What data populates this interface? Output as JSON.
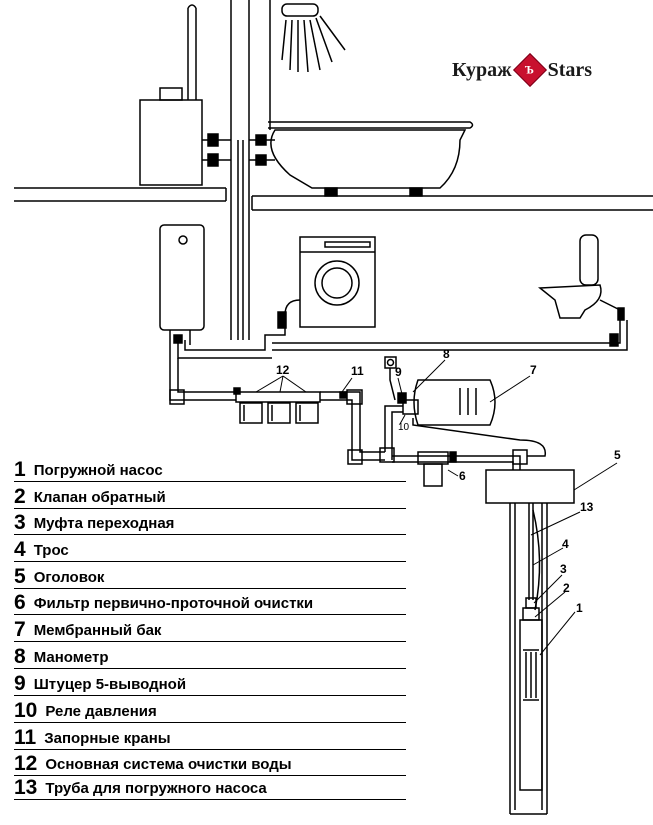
{
  "logo": {
    "left": "Кураж",
    "mark": "Ъ",
    "right": "Stars"
  },
  "callouts": {
    "c1": "1",
    "c2": "2",
    "c3": "3",
    "c4": "4",
    "c5": "5",
    "c6": "6",
    "c7": "7",
    "c8": "8",
    "c9": "9",
    "c10": "10",
    "c11": "11",
    "c12": "12",
    "c13": "13"
  },
  "legend": [
    {
      "num": "1",
      "label": "Погружной насос"
    },
    {
      "num": "2",
      "label": "Клапан обратный"
    },
    {
      "num": "3",
      "label": "Муфта переходная"
    },
    {
      "num": "4",
      "label": "Трос"
    },
    {
      "num": "5",
      "label": "Оголовок"
    },
    {
      "num": "6",
      "label": "Фильтр первично-проточной очистки"
    },
    {
      "num": "7",
      "label": "Мембранный бак"
    },
    {
      "num": "8",
      "label": "Манометр"
    },
    {
      "num": "9",
      "label": "Штуцер 5-выводной"
    },
    {
      "num": "10",
      "label": "Реле давления"
    },
    {
      "num": "11",
      "label": "Запорные краны"
    },
    {
      "num": "12",
      "label": "Основная система очистки воды"
    },
    {
      "num": "13",
      "label": "Труба для погружного насоса"
    }
  ]
}
